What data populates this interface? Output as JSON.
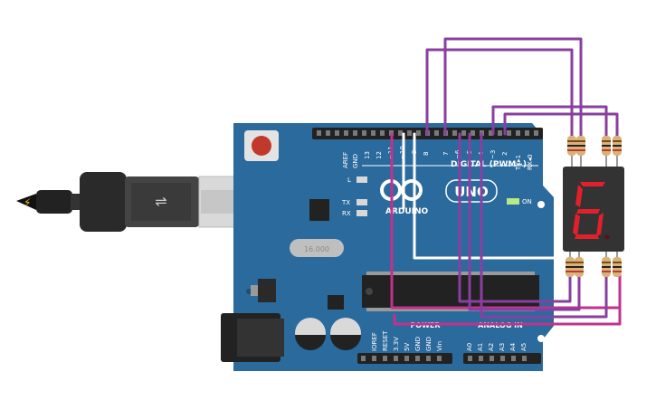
{
  "board": {
    "brand_text": "ARDUINO",
    "model_text": "UNO",
    "digital_label": "DIGITAL (PWM~)",
    "power_label": "POWER",
    "analog_label": "ANALOG IN",
    "on_label": "ON",
    "l_label": "L",
    "tx_label": "TX",
    "rx_label": "RX",
    "crystal_text": "16.000",
    "top_pins": [
      "AREF",
      "GND",
      "13",
      "12",
      "~11",
      "~10",
      "~9",
      "8",
      "7",
      "~6",
      "~5",
      "4",
      "~3",
      "2",
      "TX▸1",
      "RX◂0"
    ],
    "power_pins": [
      "IOREF",
      "RESET",
      "3.3V",
      "5V",
      "GND",
      "GND",
      "Vin"
    ],
    "analog_pins": [
      "A0",
      "A1",
      "A2",
      "A3",
      "A4",
      "A5"
    ]
  },
  "display": {
    "digit": "6"
  },
  "colors": {
    "board": "#2b6a9c",
    "wire_purple": "#8a3fa0",
    "wire_magenta": "#c2328c",
    "wire_white": "#ffffff",
    "segment_on": "#e2202a"
  }
}
